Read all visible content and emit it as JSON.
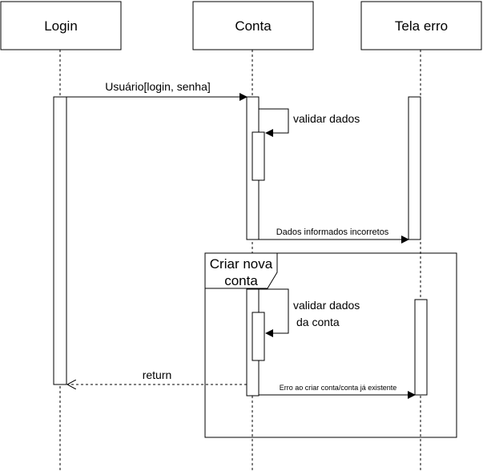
{
  "participants": {
    "login": "Login",
    "conta": "Conta",
    "tela_erro": "Tela erro"
  },
  "messages": {
    "usuario": "Usuário[login, senha]",
    "validar_dados": "validar dados",
    "dados_incorretos": "Dados informados incorretos",
    "validar_dados_conta_1": "validar dados",
    "validar_dados_conta_2": "da conta",
    "erro_criar": "Erro ao criar conta/conta já existente",
    "return": "return"
  },
  "fragment": {
    "label_line1": "Criar nova",
    "label_line2": "conta"
  }
}
